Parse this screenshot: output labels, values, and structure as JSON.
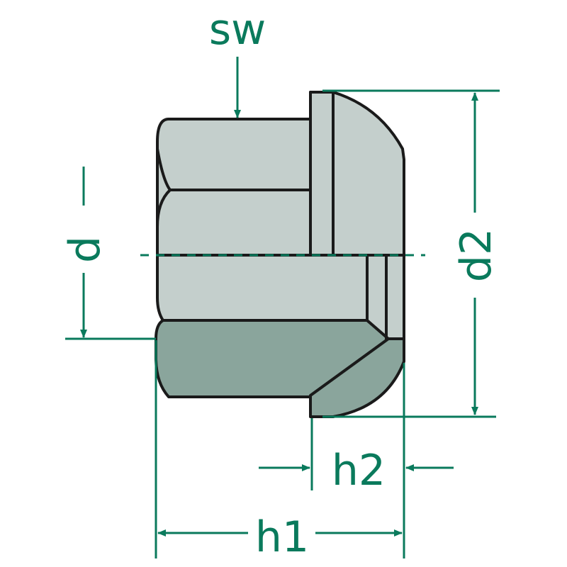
{
  "labels": {
    "sw": "sw",
    "d": "d",
    "d2": "d2",
    "h1": "h1",
    "h2": "h2"
  },
  "colors": {
    "dimension": "#0a7a5c",
    "body_light": "#c4cfcc",
    "body_dark": "#8aa59c",
    "outline": "#1a1a1a"
  }
}
